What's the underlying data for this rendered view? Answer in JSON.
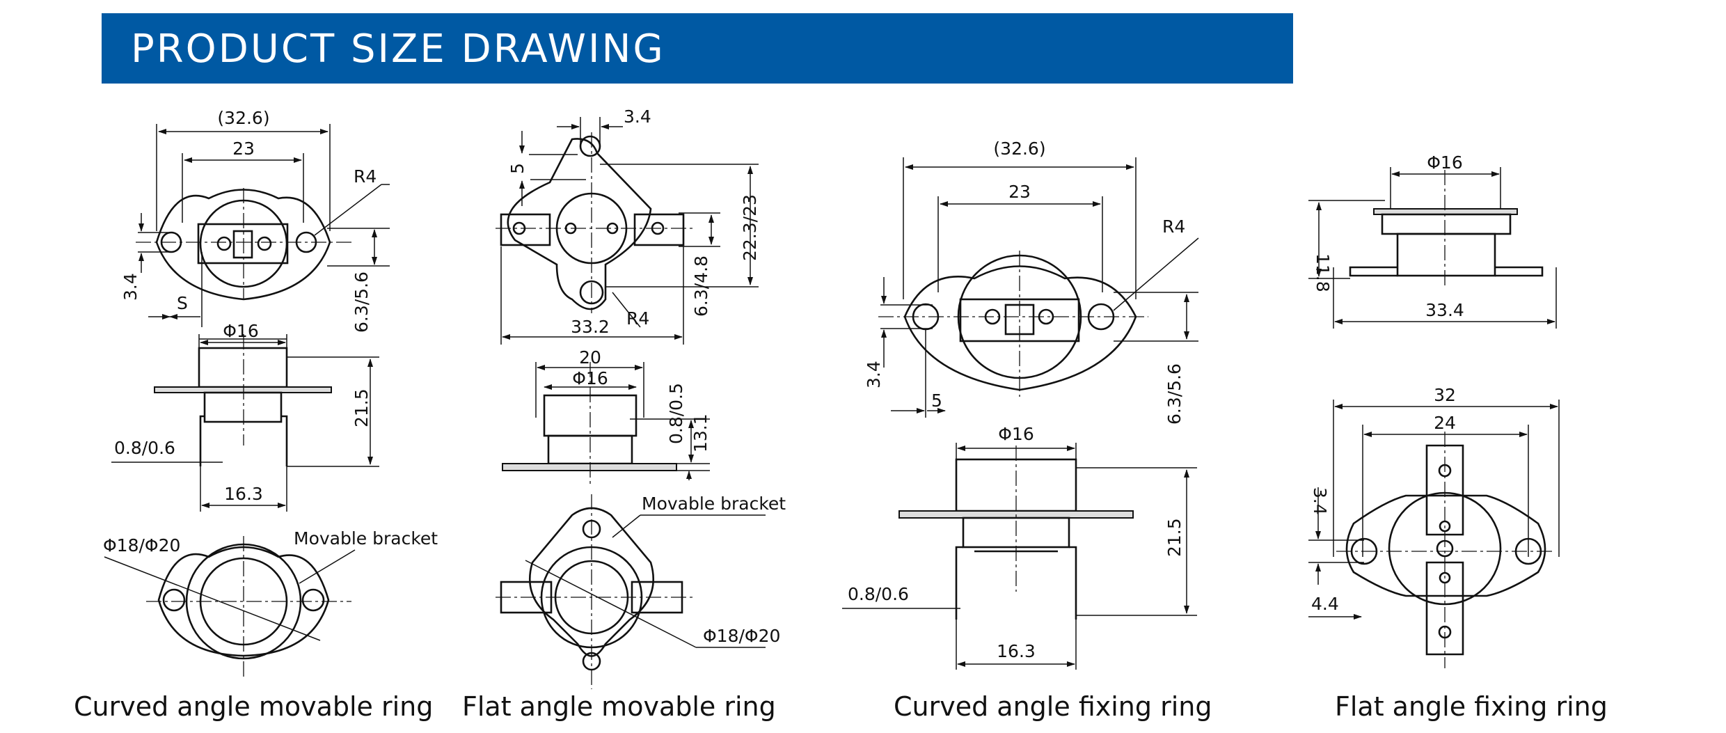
{
  "header": {
    "title": "PRODUCT SIZE DRAWING"
  },
  "colors": {
    "banner": "#0059a3",
    "banner_text": "#ffffff",
    "line": "#111111"
  },
  "figures": [
    {
      "caption": "Curved angle movable ring",
      "dims": {
        "overall_width": "(32.6)",
        "hole_span": "23",
        "radius": "R4",
        "hole_dia": "3.4",
        "hole_offset": "S",
        "terminal_height": "6.3/5.6",
        "cap_dia": "Φ16",
        "height": "21.5",
        "plate_thickness": "0.8/0.6",
        "leg_span": "16.3",
        "ring_dia": "Φ18/Φ20",
        "bracket_label": "Movable bracket"
      }
    },
    {
      "caption": "Flat angle movable ring",
      "dims": {
        "hole_dia": "3.4",
        "hole_offset": "5",
        "height": "22.3/23",
        "terminal_width": "6.3/4.8",
        "width": "33.2",
        "radius": "R4",
        "base_width": "20",
        "cap_dia": "Φ16",
        "plate_thickness": "0.8/0.5",
        "body_height": "13.1",
        "bracket_label": "Movable bracket",
        "ring_dia": "Φ18/Φ20"
      }
    },
    {
      "caption": "Curved angle fixing ring",
      "dims": {
        "overall_width": "(32.6)",
        "hole_span": "23",
        "radius": "R4",
        "hole_dia": "3.4",
        "hole_offset": "5",
        "terminal_height": "6.3/5.6",
        "cap_dia": "Φ16",
        "height": "21.5",
        "plate_thickness": "0.8/0.6",
        "leg_span": "16.3"
      }
    },
    {
      "caption": "Flat angle fixing ring",
      "dims": {
        "cap_dia": "Φ16",
        "height": "11.8",
        "base_width": "33.4",
        "overall_width": "32",
        "hole_span": "24",
        "hole_dia": "3.4",
        "hole_offset": "4.4"
      }
    }
  ]
}
